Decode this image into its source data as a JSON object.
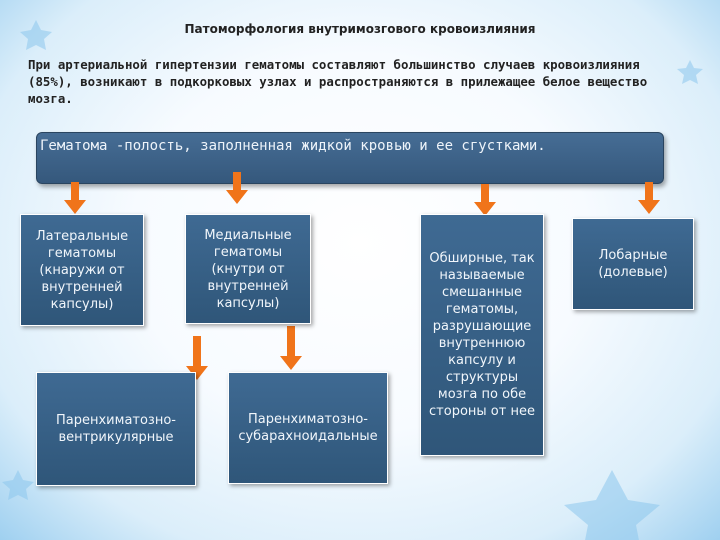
{
  "title": "Патоморфология внутримозгового кровоизлияния",
  "intro": "При артериальной гипертензии гематомы составляют большинство случаев кровоизлияния (85%), возникают в подкорковых узлах и распространяются в прилежащее белое вещество мозга.",
  "banner": "Гематома -полость, заполненная жидкой кровью и ее сгустками.",
  "boxes": {
    "lateral": "Латеральные гематомы (кнаружи от внутренней капсулы)",
    "medial": "Медиальные гематомы (кнутри от внутренней капсулы)",
    "extensive": "Обширные, так называемые смешанные гематомы, разрушающие внутреннюю капсулу и структуры мозга по обе стороны от нее",
    "lobar": "Лобарные (долевые)",
    "parench_ventricular": "Паренхиматозно-вентрикулярные",
    "parench_subarachnoid": "Паренхиматозно-субарахноидальные"
  },
  "colors": {
    "box": "#36597e",
    "arrow": "#f0741a",
    "background": "#dbeefa"
  }
}
